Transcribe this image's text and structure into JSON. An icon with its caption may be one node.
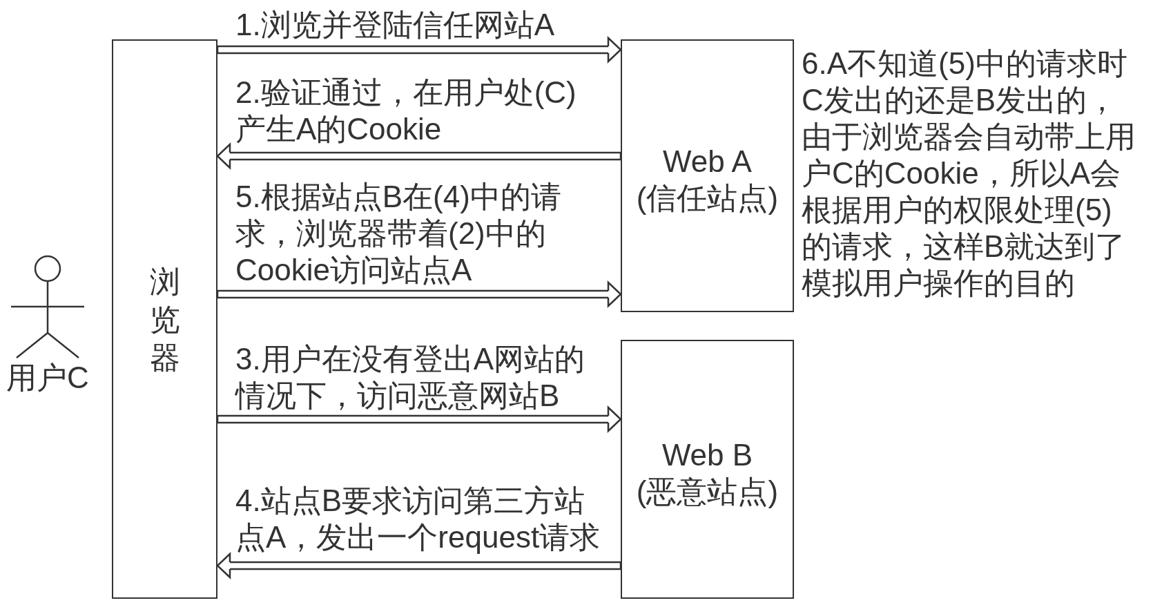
{
  "diagram": {
    "nodes": [
      {
        "text": [
          "用户C"
        ]
      },
      {
        "text": [
          "浏览器"
        ]
      },
      {
        "text": [
          "Web A",
          "(信任站点)"
        ]
      },
      {
        "text": [
          "Web B",
          "(恶意站点)"
        ]
      }
    ],
    "edges": [
      {
        "from": 1,
        "to": 2,
        "arrow": "to",
        "label": "1.浏览并登陆信任网站A"
      },
      {
        "from": 2,
        "to": 1,
        "arrow": "to",
        "label": "2.验证通过，在用户处(C)产生A的Cookie"
      },
      {
        "from": 1,
        "to": 3,
        "arrow": "to",
        "label": "3.用户在没有登出A网站的情况下，访问恶意网站B"
      },
      {
        "from": 3,
        "to": 1,
        "arrow": "to",
        "label": "4.站点B要求访问第三方站点A，发出一个request请求"
      },
      {
        "from": 1,
        "to": 2,
        "arrow": "to",
        "label": "5.根据站点B在(4)中的请求，浏览器带着(2)中的Cookie访问站点A"
      }
    ],
    "labels": [
      "6.A不知道(5)中的请求时C发出的还是B发出的，由于浏览器会自动带上用户C的Cookie，所以A会根据用户的权限处理(5)的请求，这样B就达到了模拟用户操作的目的"
    ]
  }
}
